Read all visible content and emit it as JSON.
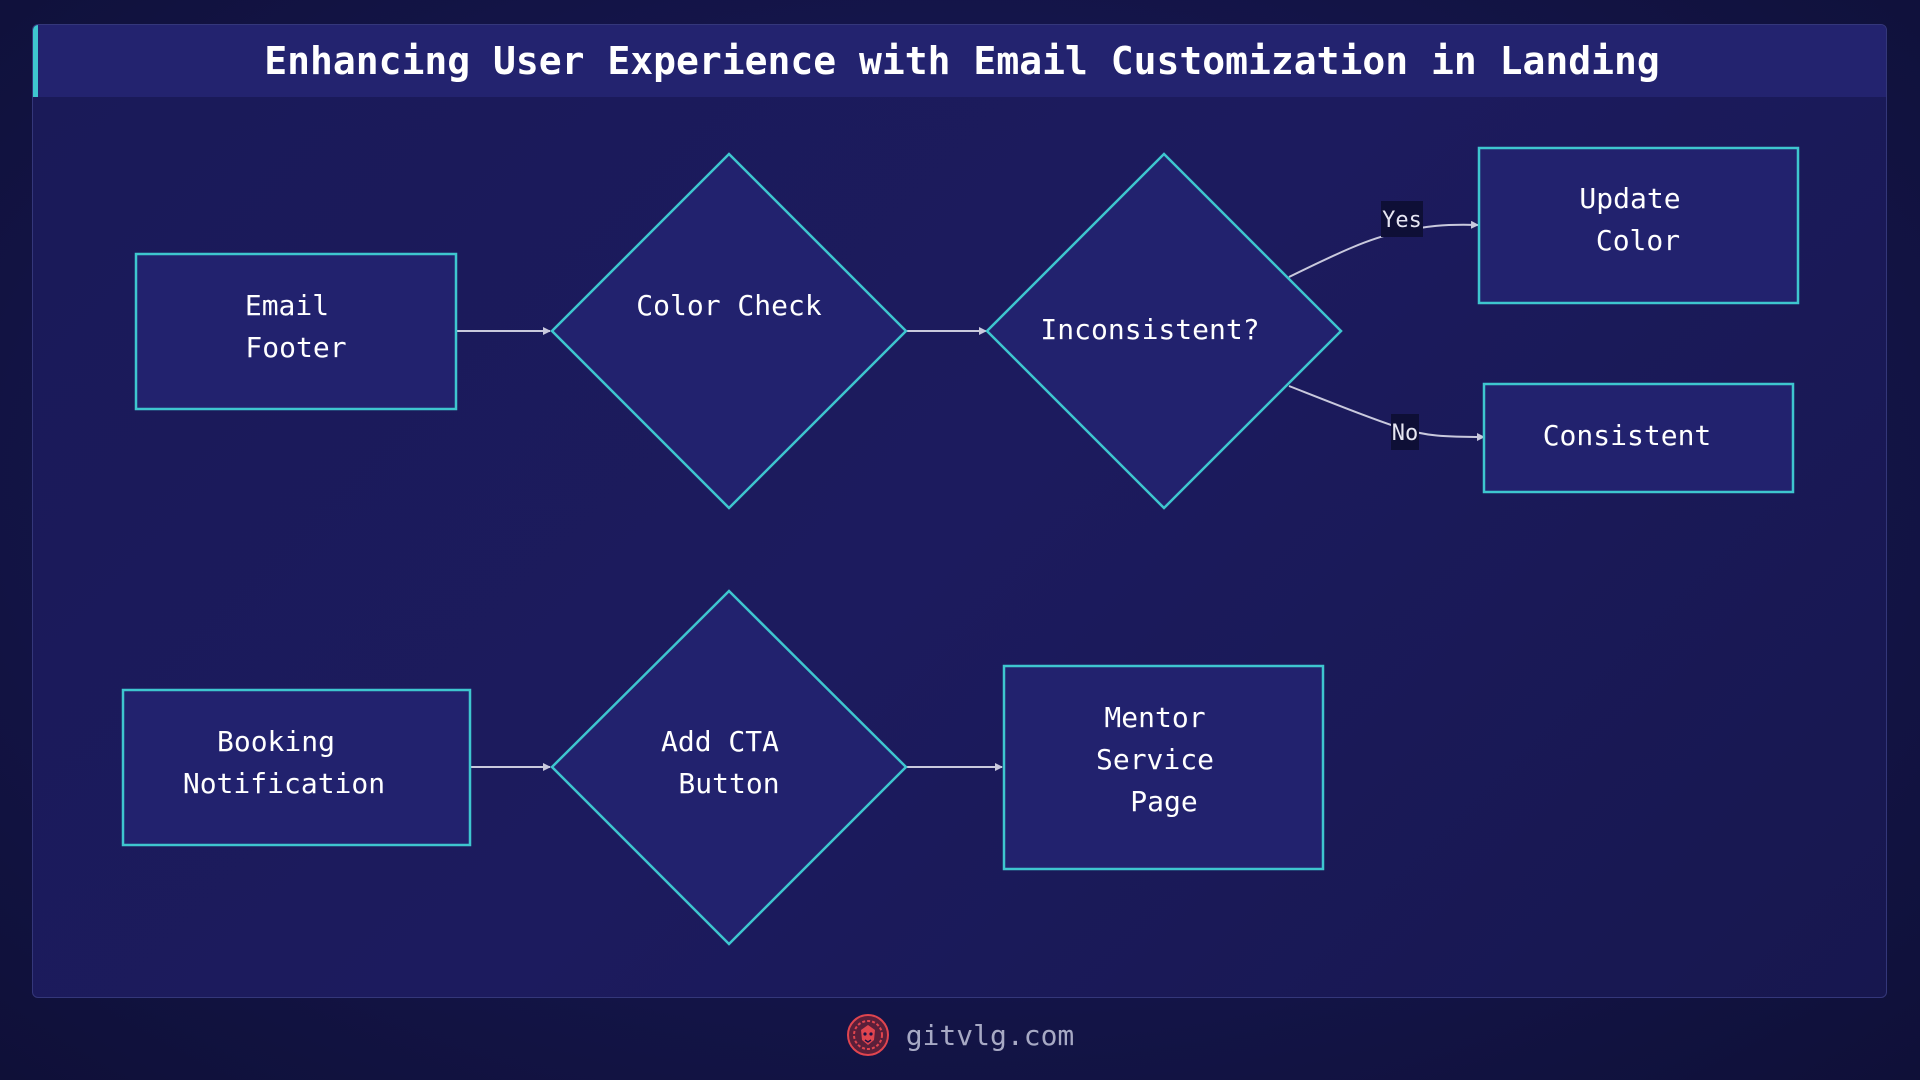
{
  "title": "Enhancing User Experience with Email Customization in Landing",
  "nodes": {
    "email_footer": [
      "Email",
      "Footer"
    ],
    "color_check": [
      "Color Check"
    ],
    "inconsistent": [
      "Inconsistent?"
    ],
    "update_color": [
      "Update",
      "Color"
    ],
    "consistent": [
      "Consistent"
    ],
    "booking_notification": [
      "Booking",
      "Notification"
    ],
    "add_cta_button": [
      "Add CTA",
      "Button"
    ],
    "mentor_service_page": [
      "Mentor",
      "Service",
      "Page"
    ]
  },
  "edges": {
    "yes_label": "Yes",
    "no_label": "No"
  },
  "footer": {
    "text": "gitvlg.com",
    "logo_icon": "lion-logo-icon"
  },
  "colors": {
    "background": "#14154a",
    "node_fill": "#22226e",
    "node_stroke": "#3ec6cf",
    "title_bar": "#23236f",
    "accent": "#3ec6cf",
    "logo": "#e0454f"
  }
}
